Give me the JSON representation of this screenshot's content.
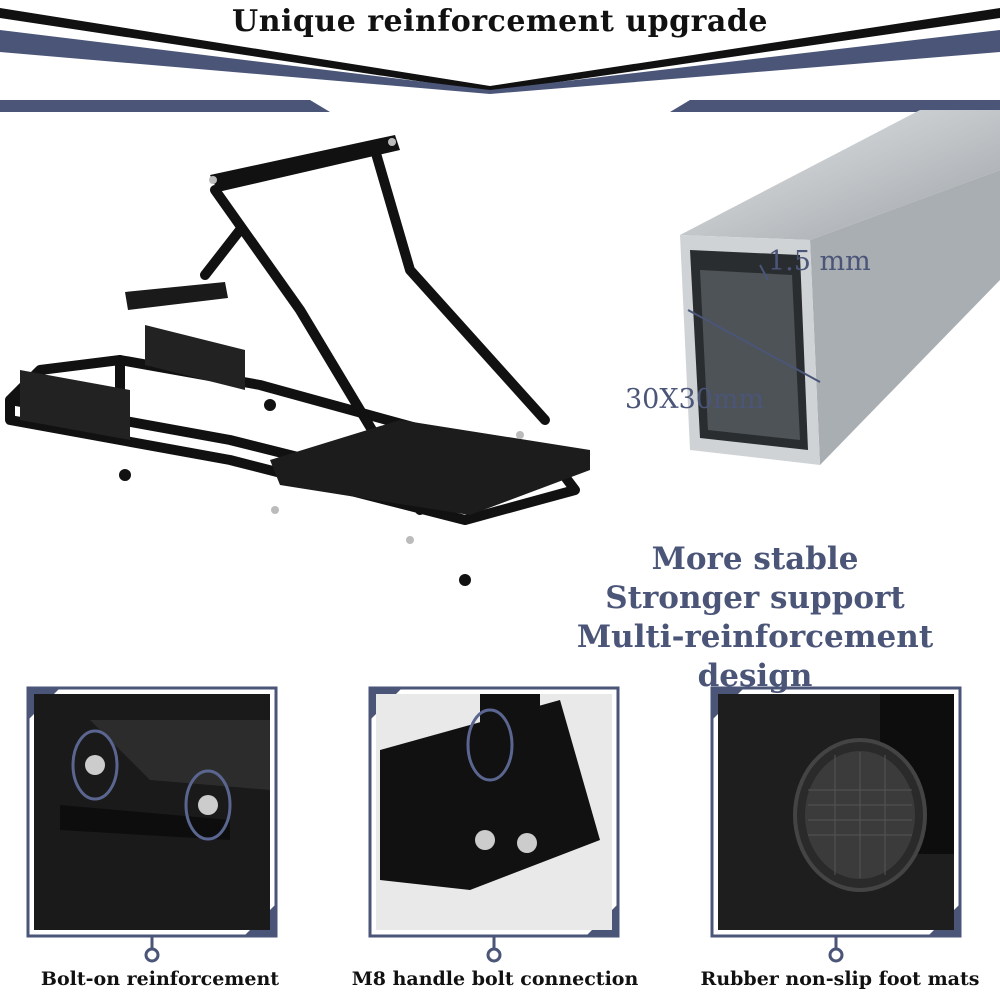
{
  "header": {
    "title": "Unique reinforcement upgrade"
  },
  "tube": {
    "thickness_label": "1.5 mm",
    "size_label": "30X30mm"
  },
  "slogan": {
    "line1": "More stable",
    "line2": "Stronger support",
    "line3": "Multi-reinforcement design"
  },
  "features": [
    {
      "caption": "Bolt-on reinforcement"
    },
    {
      "caption": "M8 handle bolt connection"
    },
    {
      "caption": "Rubber non-slip foot mats"
    }
  ],
  "colors": {
    "accent": "#4a5578",
    "frame": "#111111",
    "steel": "#c9ccce"
  }
}
